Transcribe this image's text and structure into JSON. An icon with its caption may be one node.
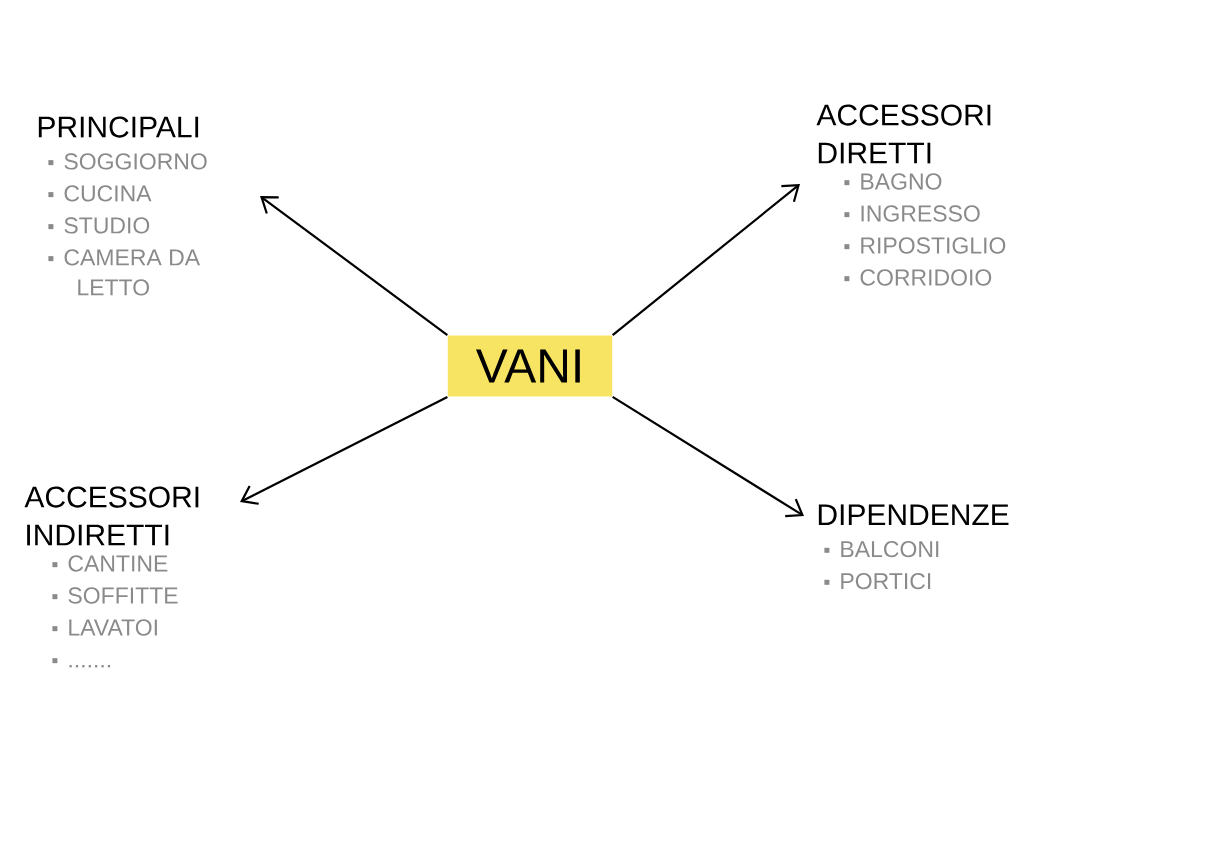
{
  "diagram": {
    "nodes": [
      {
        "text": [
          "VANI"
        ]
      },
      {
        "text": [
          "PRINCIPALI",
          "SOGGIORNO",
          "CUCINA",
          "STUDIO",
          "CAMERA DA LETTO"
        ]
      },
      {
        "text": [
          "ACCESSORI DIRETTI",
          "BAGNO",
          "INGRESSO",
          "RIPOSTIGLIO",
          "CORRIDOIO"
        ]
      },
      {
        "text": [
          "ACCESSORI INDIRETTI",
          "CANTINE",
          "SOFFITTE",
          "LAVATOI",
          "......."
        ]
      },
      {
        "text": [
          "DIPENDENZE",
          "BALCONI",
          "PORTICI"
        ]
      }
    ],
    "edges": [
      {
        "from": 0,
        "to": 1,
        "arrow": "to"
      },
      {
        "from": 0,
        "to": 2,
        "arrow": "to"
      },
      {
        "from": 0,
        "to": 3,
        "arrow": "to"
      },
      {
        "from": 0,
        "to": 4,
        "arrow": "to"
      }
    ]
  }
}
